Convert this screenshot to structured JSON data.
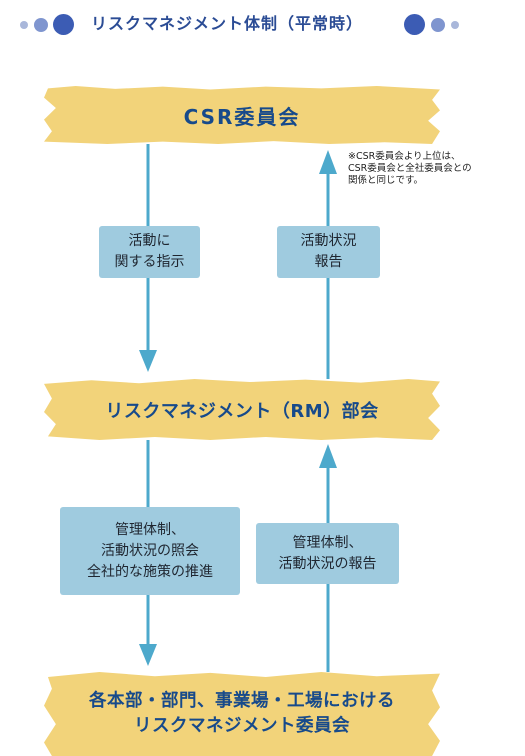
{
  "header": {
    "title": "リスクマネジメント体制（平常時）"
  },
  "bands": {
    "top": "CSR委員会",
    "middle": "リスクマネジメント（RM）部会",
    "bottom_line1": "各本部・部門、事業場・工場における",
    "bottom_line2": "リスクマネジメント委員会"
  },
  "note": "※CSR委員会より上位は、\nCSR委員会と全社委員会との\n関係と同じです。",
  "boxes": {
    "top_left": "活動に\n関する指示",
    "top_right": "活動状況\n報告",
    "bottom_left": "管理体制、\n活動状況の照会\n全社的な施策の推進",
    "bottom_right": "管理体制、\n活動状況の報告"
  },
  "colors": {
    "title": "#2B4C95",
    "band": "#F2D37A",
    "band_text": "#174A8B",
    "box": "#9FCBDF",
    "arrow": "#4DA9CC"
  }
}
